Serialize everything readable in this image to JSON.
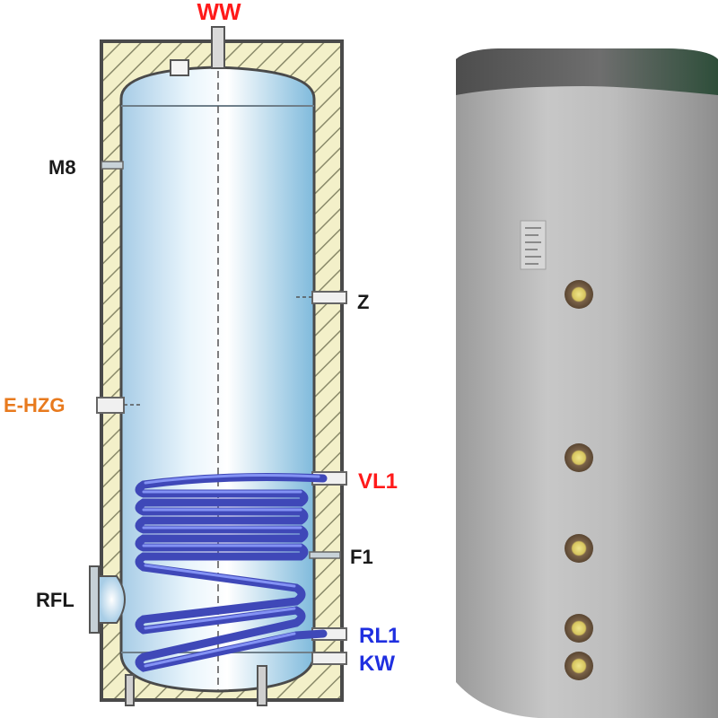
{
  "diagram": {
    "labels": {
      "ww": "WW",
      "m8": "M8",
      "z": "Z",
      "e_hzg": "E-HZG",
      "vl1": "VL1",
      "f1": "F1",
      "rfl": "RFL",
      "rl1": "RL1",
      "kw": "KW"
    },
    "label_colors": {
      "ww": "#ff1a1a",
      "m8": "#1a1a1a",
      "z": "#1a1a1a",
      "e_hzg": "#e87a1e",
      "vl1": "#ff1a1a",
      "f1": "#1a1a1a",
      "rfl": "#1a1a1a",
      "rl1": "#1f2fe0",
      "kw": "#1f2fe0"
    },
    "colors": {
      "insulation_fill": "#f3f0c9",
      "insulation_hatch": "#8a8a6a",
      "tank_light": "#e4f3fb",
      "tank_dark": "#8fc3e0",
      "coil": "#4b55c8",
      "shell_grey": "#b9b9b9",
      "shell_band": "#2f4a3a",
      "port_brown": "#7a6248",
      "port_gold": "#d8c96a"
    }
  }
}
